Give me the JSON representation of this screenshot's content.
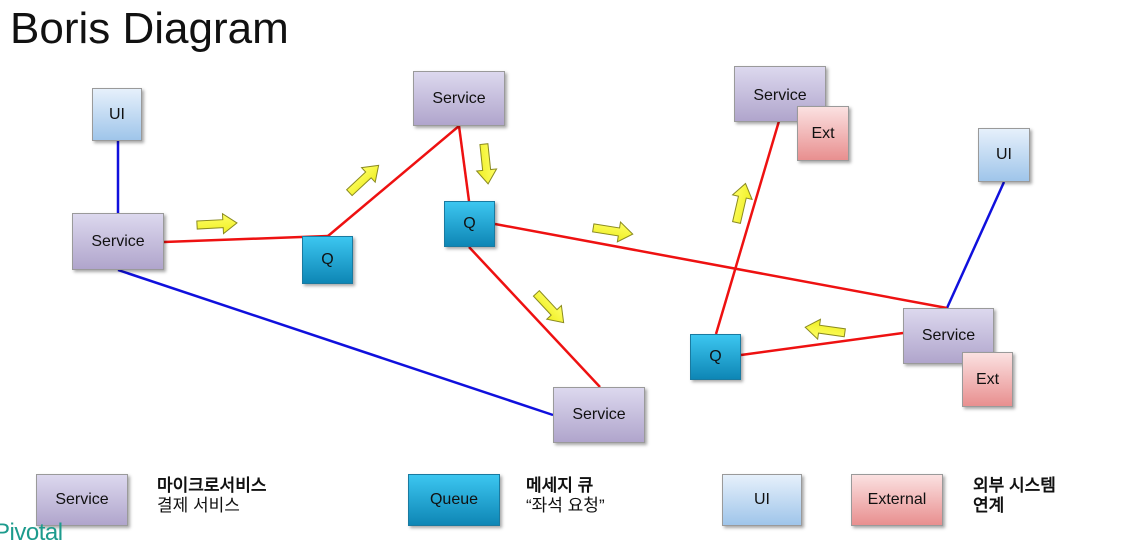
{
  "title": "Boris Diagram",
  "nodes": {
    "ui_left": "UI",
    "service_left": "Service",
    "q1": "Q",
    "service_top": "Service",
    "q2": "Q",
    "service_bottom": "Service",
    "service_ext_top": "Service",
    "ext_top": "Ext",
    "ui_right": "UI",
    "q3": "Q",
    "service_right": "Service",
    "ext_right": "Ext"
  },
  "colors": {
    "sync_link": "#1010dd",
    "async_link": "#ee1111",
    "flow_arrow": "#ffff33"
  },
  "legend": {
    "service_box": "Service",
    "service_title": "마이크로서비스",
    "service_desc": "결제 서비스",
    "queue_box": "Queue",
    "queue_title": "메세지 큐",
    "queue_desc": "“좌석 요청”",
    "ui_box": "UI",
    "external_box": "External",
    "external_title": "외부 시스템",
    "external_desc": "연계"
  },
  "brand": "Pivotal"
}
